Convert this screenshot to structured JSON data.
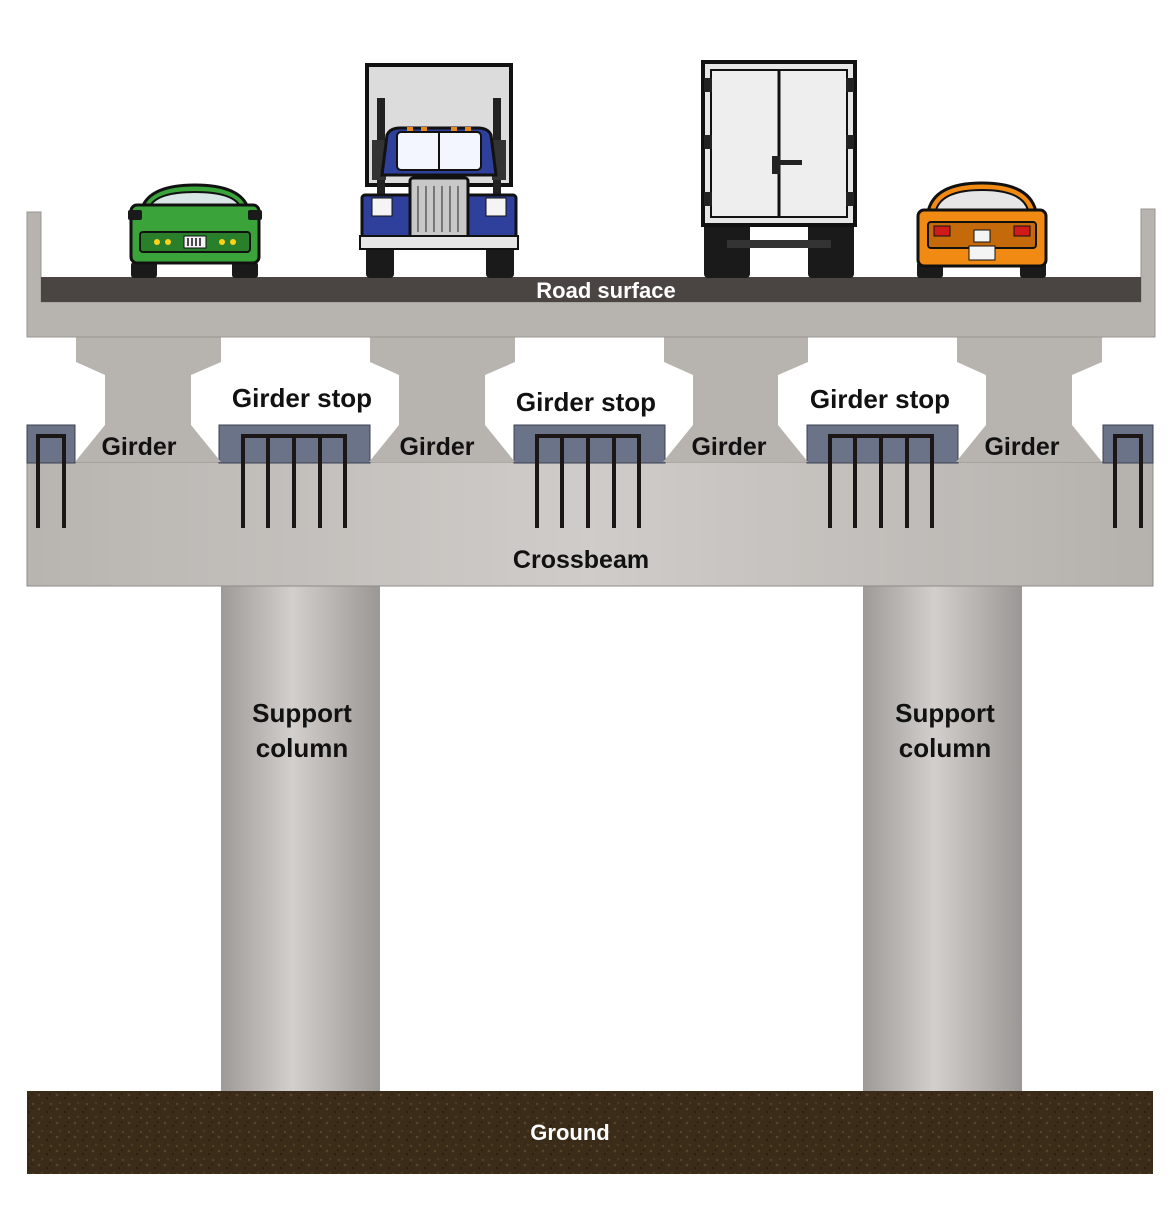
{
  "labels": {
    "road_surface": "Road surface",
    "girder_stop": "Girder stop",
    "girder": "Girder",
    "crossbeam": "Crossbeam",
    "support_column_line1": "Support",
    "support_column_line2": "column",
    "ground": "Ground"
  },
  "vehicles": [
    {
      "kind": "car",
      "view": "front",
      "color": "#3aa33a"
    },
    {
      "kind": "semi-truck",
      "view": "front",
      "color": "#2e3f9c"
    },
    {
      "kind": "box-truck",
      "view": "rear",
      "color": "#e6e6e6"
    },
    {
      "kind": "car",
      "view": "rear",
      "color": "#f08a12"
    }
  ],
  "colors": {
    "concrete": "#b7b3ae",
    "road": "#4a4443",
    "bearing_pad": "#6b7388",
    "rebar": "#1c1616",
    "ground": "#3b2b19",
    "text_light": "#ffffff",
    "text_dark": "#111111"
  }
}
